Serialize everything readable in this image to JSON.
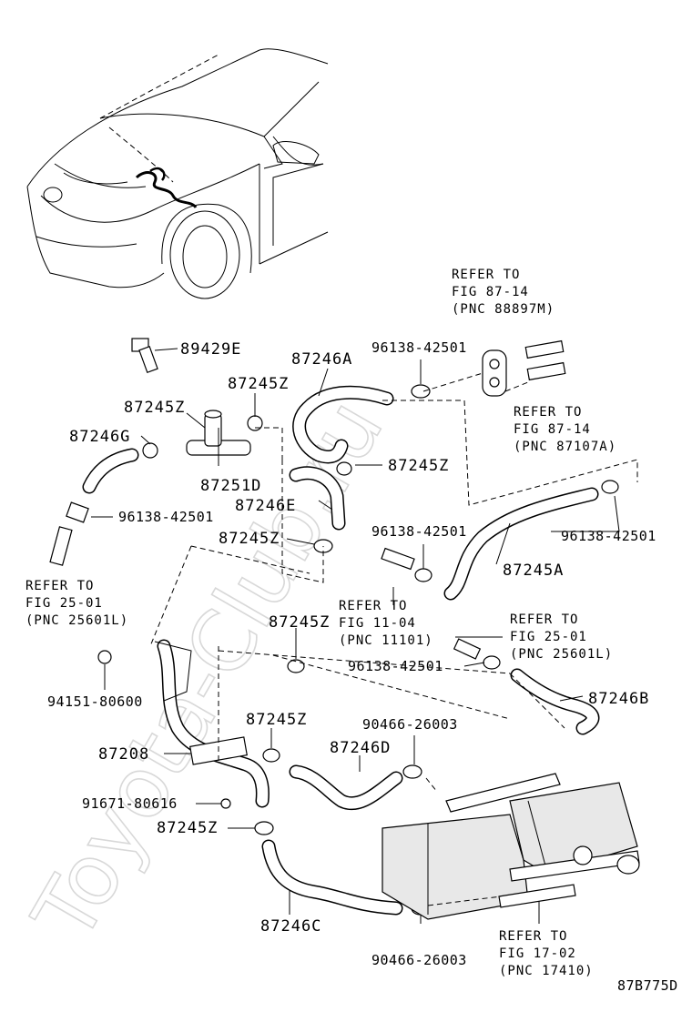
{
  "watermark": "Toyota-Club.ru",
  "diagram_code": "87B775D",
  "labels": {
    "p89429E": "89429E",
    "p87246A": "87246A",
    "p96138_top": "96138-42501",
    "p87245Z_1": "87245Z",
    "p87245Z_2": "87245Z",
    "p87246G": "87246G",
    "p87245Z_3": "87245Z",
    "p87251D": "87251D",
    "p87246E": "87246E",
    "p96138_left": "96138-42501",
    "p87245Z_4": "87245Z",
    "p96138_mid": "96138-42501",
    "p96138_right": "96138-42501",
    "p87245A": "87245A",
    "p87245Z_5": "87245Z",
    "p96138_low": "96138-42501",
    "p94151": "94151-80600",
    "p87246B": "87246B",
    "p87245Z_6": "87245Z",
    "p90466_top": "90466-26003",
    "p87208": "87208",
    "p87246D": "87246D",
    "p91671": "91671-80616",
    "p87245Z_7": "87245Z",
    "p87246C": "87246C",
    "p90466_bottom": "90466-26003"
  },
  "refs": {
    "r1": [
      "REFER TO",
      "FIG 87-14",
      "(PNC 88897M)"
    ],
    "r2": [
      "REFER TO",
      "FIG 87-14",
      "(PNC 87107A)"
    ],
    "r3": [
      "REFER TO",
      "FIG 25-01",
      "(PNC 25601L)"
    ],
    "r4": [
      "REFER TO",
      "FIG 11-04",
      "(PNC 11101)"
    ],
    "r5": [
      "REFER TO",
      "FIG 25-01",
      "(PNC 25601L)"
    ],
    "r6": [
      "REFER TO",
      "FIG 17-02",
      "(PNC 17410)"
    ]
  }
}
